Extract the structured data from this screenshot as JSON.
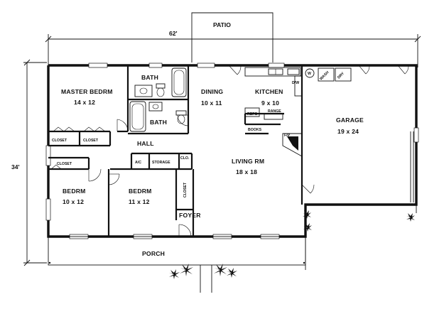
{
  "plan": {
    "overall_width": "62'",
    "overall_depth": "34'"
  },
  "rooms": {
    "patio": "PATIO",
    "master": {
      "name": "MASTER BEDRM",
      "size": "14 x 12"
    },
    "bath1": "BATH",
    "bath2": "BATH",
    "dining": {
      "name": "DINING",
      "size": "10 x 11"
    },
    "kitchen": {
      "name": "KITCHEN",
      "size": "9 x 10"
    },
    "garage": {
      "name": "GARAGE",
      "size": "19 x 24"
    },
    "hall": "HALL",
    "living": {
      "name": "LIVING RM",
      "size": "18 x 18"
    },
    "bed2": {
      "name": "BEDRM",
      "size": "10 x 12"
    },
    "bed3": {
      "name": "BEDRM",
      "size": "11 x 12"
    },
    "foyer": "FOYER",
    "porch": "PORCH"
  },
  "labels": {
    "closet": "CLOSET",
    "clo": "CLO.",
    "ac": "A/C",
    "storage": "STORAGE",
    "refg": "REFG",
    "range": "RANGE",
    "books": "BOOKS",
    "fp": "F/P",
    "dw": "D/W",
    "w": "W",
    "wash": "WASH",
    "dry": "DRY"
  }
}
